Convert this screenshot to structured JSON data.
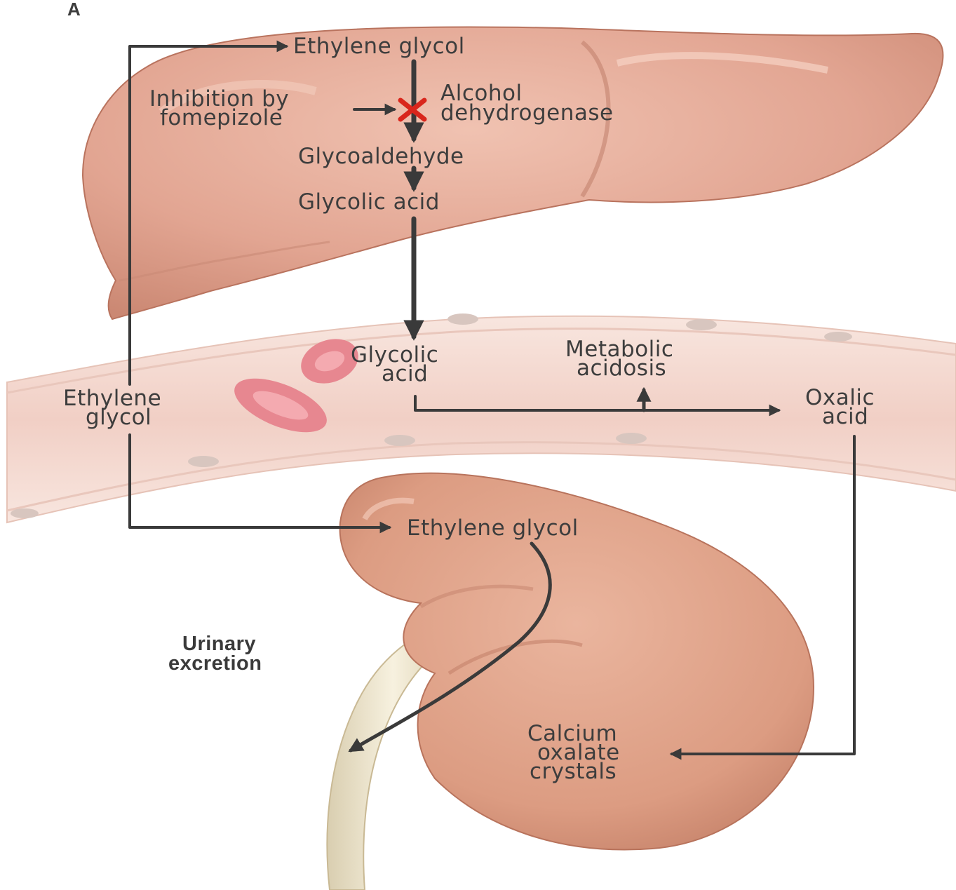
{
  "panel_label": "A",
  "liver": {
    "ethylene_glycol": "Ethylene glycol",
    "inhibition_line1": "Inhibition by",
    "inhibition_line2": "fomepizole",
    "enzyme_line1": "Alcohol",
    "enzyme_line2": "dehydrogenase",
    "glycoaldehyde": "Glycoaldehyde",
    "glycolic_acid": "Glycolic acid"
  },
  "blood_vessel": {
    "ethylene_glycol_line1": "Ethylene",
    "ethylene_glycol_line2": "glycol",
    "glycolic_acid_line1": "Glycolic",
    "glycolic_acid_line2": "acid",
    "metabolic_acidosis_line1": "Metabolic",
    "metabolic_acidosis_line2": "acidosis",
    "oxalic_acid_line1": "Oxalic",
    "oxalic_acid_line2": "acid"
  },
  "kidney": {
    "ethylene_glycol": "Ethylene glycol",
    "urinary_line1": "Urinary",
    "urinary_line2": "excretion",
    "calcium_line1": "Calcium",
    "calcium_line2": "oxalate",
    "calcium_line3": "crystals"
  },
  "colors": {
    "organ": "#e3a48f",
    "organ_dark": "#c9826c",
    "vessel": "#f2d2c9",
    "vessel_wall": "#f6e4dc",
    "rbc": "#e88c93",
    "arrow": "#3a3a3a",
    "inhibition_mark": "#d9261c",
    "ureter": "#efe6cf"
  },
  "icons": [
    "inhibition-x-icon"
  ]
}
